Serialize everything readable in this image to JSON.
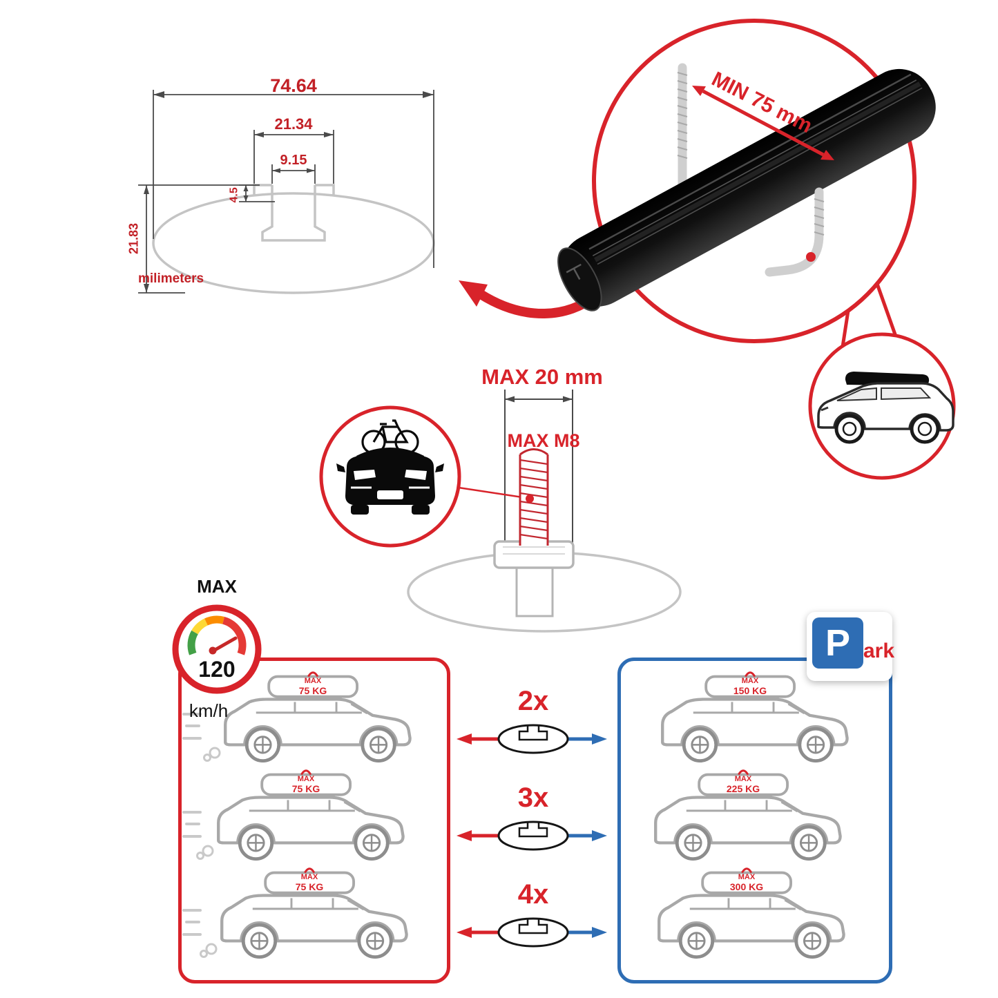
{
  "colors": {
    "accent_red": "#d8232a",
    "accent_blue": "#2e6db4",
    "outline_gray": "#c4c4c4"
  },
  "crossbar_profile": {
    "total_width_mm": "74.64",
    "channel_outer_width_mm": "21.34",
    "channel_inner_width_mm": "9.15",
    "lip_depth_mm": "4.5",
    "total_height_mm": "21.83",
    "units_label": "milimeters"
  },
  "clamp": {
    "min_span_label": "MIN 75 mm"
  },
  "bolt": {
    "max_length_label": "MAX 20 mm",
    "max_size_label": "MAX M8"
  },
  "speed_limit": {
    "heading": "MAX",
    "value": "120",
    "unit": "km/h"
  },
  "parking_sign": {
    "letter": "P",
    "suffix": "ark"
  },
  "load_rows": [
    {
      "multiplier": "2x",
      "single": {
        "tag": "MAX",
        "weight": "75 KG"
      },
      "multi": {
        "tag": "MAX",
        "weight": "150 KG"
      }
    },
    {
      "multiplier": "3x",
      "single": {
        "tag": "MAX",
        "weight": "75 KG"
      },
      "multi": {
        "tag": "MAX",
        "weight": "225 KG"
      }
    },
    {
      "multiplier": "4x",
      "single": {
        "tag": "MAX",
        "weight": "75 KG"
      },
      "multi": {
        "tag": "MAX",
        "weight": "300 KG"
      }
    }
  ]
}
